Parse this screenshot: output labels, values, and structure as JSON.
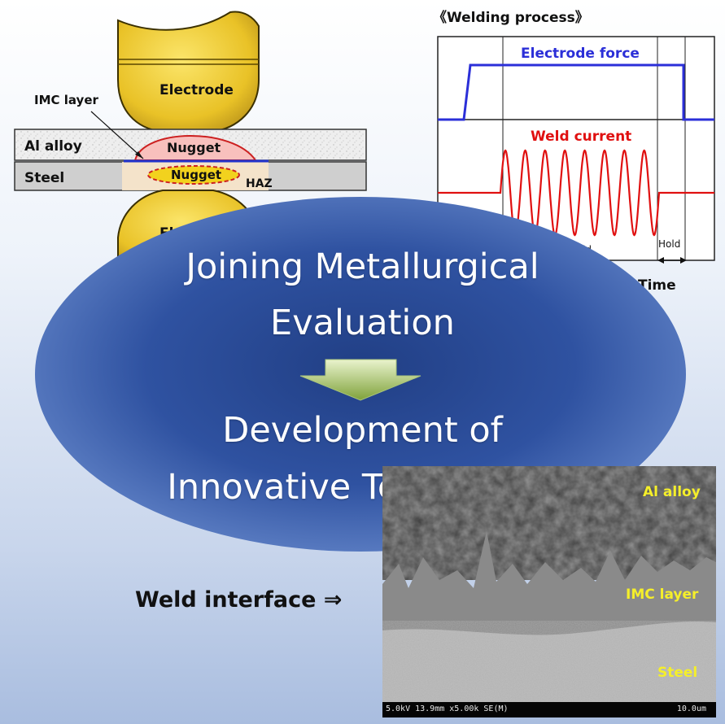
{
  "schematic": {
    "electrode_label": "Electrode",
    "electrode_bottom_label": "El",
    "imc_layer_label": "IMC layer",
    "al_alloy_label": "Al alloy",
    "steel_label": "Steel",
    "nugget_top_label": "Nugget",
    "nugget_bottom_label": "Nugget",
    "haz_label": "HAZ"
  },
  "process_chart": {
    "title": "《Welding process》",
    "force_label": "Electrode force",
    "current_label": "Weld current",
    "hold_label_left": "ld",
    "hold_label_right": "Hold",
    "time_label": "Time",
    "force_color": "#2b2fd8",
    "current_color": "#e01010"
  },
  "center": {
    "line1": "Joining Metallurgical",
    "line2": "Evaluation",
    "line3": "Development of",
    "line4": "Innovative Technology"
  },
  "interface": {
    "label": "Weld interface ⇒"
  },
  "micrograph": {
    "al_alloy_label": "Al alloy",
    "imc_layer_label": "IMC layer",
    "steel_label": "Steel",
    "footer_left": "5.0kV 13.9mm x5.00k SE(M)",
    "footer_right": "10.0um"
  }
}
